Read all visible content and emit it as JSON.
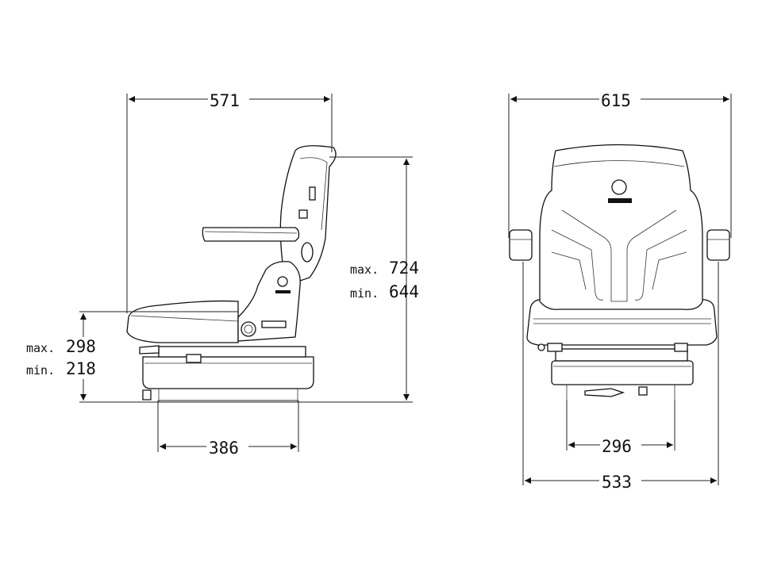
{
  "side_view": {
    "overall_depth": "571",
    "base_width": "386",
    "height_max_prefix": "max.",
    "height_max": "724",
    "height_min_prefix": "min.",
    "height_min": "644",
    "seat_height_max_prefix": "max.",
    "seat_height_max": "298",
    "seat_height_min_prefix": "min.",
    "seat_height_min": "218"
  },
  "front_view": {
    "overall_width": "615",
    "base_width": "296",
    "frame_width": "533"
  }
}
